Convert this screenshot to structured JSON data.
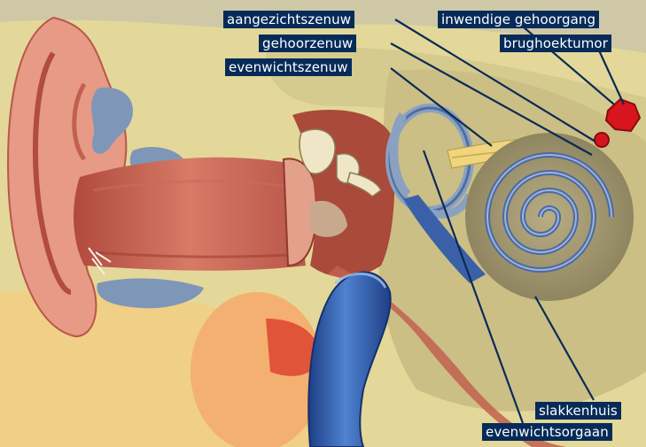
{
  "labels": {
    "facial_nerve": "aangezichtszenuw",
    "cochlear_nerve": "gehoorzenuw",
    "vestibular_nerve": "evenwichtszenuw",
    "internal_auditory_canal": "inwendige gehoorgang",
    "acoustic_neuroma": "brughoektumor",
    "cochlea": "slakkenhuis",
    "vestibular_organ": "evenwichtsorgaan"
  },
  "colors": {
    "label_bg": "#062b59",
    "label_text": "#ffffff",
    "pointer_line": "#0b2a55",
    "tumor": "#d8141e",
    "bone": "#d9cf9a",
    "skin": "#d87d6a",
    "canal": "#c45a4a",
    "vessel": "#2f5ea8",
    "nerve": "#e9d27a"
  }
}
